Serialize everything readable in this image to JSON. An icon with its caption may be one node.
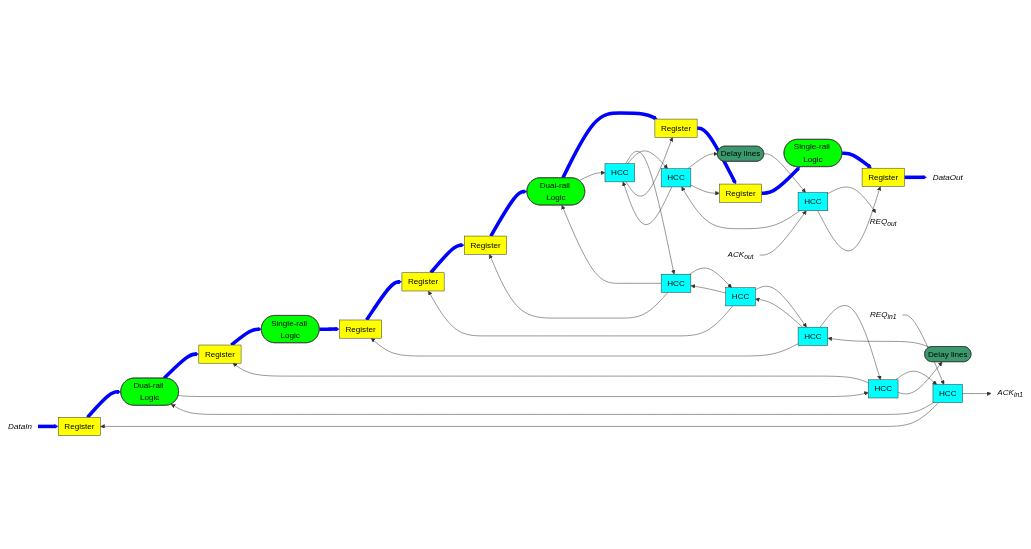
{
  "diagram": {
    "nodes": [
      {
        "text": [
          "DataIn"
        ]
      },
      {
        "text": [
          "Register"
        ]
      },
      {
        "text": [
          "Dual-rail Logic"
        ]
      },
      {
        "text": [
          "Register"
        ]
      },
      {
        "text": [
          "Single-rail Logic"
        ]
      },
      {
        "text": [
          "Register"
        ]
      },
      {
        "text": [
          "REQ$_{in1}$"
        ]
      },
      {
        "text": [
          "ACK$_{in1}$"
        ]
      },
      {
        "text": [
          "HCC"
        ]
      },
      {
        "text": [
          "HCC"
        ]
      },
      {
        "text": [
          "Delay lines"
        ]
      },
      {
        "text": [
          "HCC"
        ]
      },
      {
        "text": [
          "ACK$_{out}$"
        ]
      },
      {
        "text": [
          "REQ$_{out}$"
        ]
      },
      {
        "text": [
          "HCC"
        ]
      },
      {
        "text": [
          "Delay lines"
        ]
      },
      {
        "text": [
          "HCC"
        ]
      },
      {
        "text": [
          "HCC"
        ]
      },
      {
        "text": [
          "HCC"
        ]
      },
      {
        "text": [
          "HCC"
        ]
      },
      {
        "text": [
          "DataOut"
        ]
      },
      {
        "text": [
          "Register"
        ]
      },
      {
        "text": [
          "Single-rail Logic"
        ]
      },
      {
        "text": [
          "Register"
        ]
      },
      {
        "text": [
          "Register"
        ]
      },
      {
        "text": [
          "Dual-rail Logic"
        ]
      },
      {
        "text": [
          "Register"
        ]
      },
      {
        "text": [
          "Register"
        ]
      }
    ],
    "edges": [
      {
        "from": 0,
        "to": 1,
        "arrow": "to",
        "style": "thick",
        "color": "#0000ff"
      },
      {
        "from": 1,
        "to": 2,
        "arrow": "to",
        "style": "thick",
        "color": "#0000ff"
      },
      {
        "from": 2,
        "to": 3,
        "arrow": "to",
        "style": "thick",
        "color": "#0000ff"
      },
      {
        "from": 3,
        "to": 4,
        "arrow": "to",
        "style": "thick",
        "color": "#0000ff"
      },
      {
        "from": 4,
        "to": 5,
        "arrow": "to",
        "style": "thick",
        "color": "#0000ff"
      },
      {
        "from": 5,
        "to": 27,
        "arrow": "to",
        "style": "thick",
        "color": "#0000ff"
      },
      {
        "from": 27,
        "to": 26,
        "arrow": "to",
        "style": "thick",
        "color": "#0000ff"
      },
      {
        "from": 26,
        "to": 25,
        "arrow": "to",
        "style": "thick",
        "color": "#0000ff"
      },
      {
        "from": 25,
        "to": 24,
        "arrow": "to",
        "style": "thick",
        "color": "#0000ff"
      },
      {
        "from": 24,
        "to": 23,
        "arrow": "to",
        "style": "thick",
        "color": "#0000ff"
      },
      {
        "from": 23,
        "to": 22,
        "arrow": "to",
        "style": "thick",
        "color": "#0000ff"
      },
      {
        "from": 22,
        "to": 21,
        "arrow": "to",
        "style": "thick",
        "color": "#0000ff"
      },
      {
        "from": 21,
        "to": 20,
        "arrow": "to",
        "style": "thick",
        "color": "#0000ff"
      },
      {
        "from": 6,
        "to": 8,
        "arrow": "to"
      },
      {
        "from": 8,
        "to": 7,
        "arrow": "to"
      },
      {
        "from": 8,
        "to": 1,
        "arrow": "to"
      },
      {
        "from": 8,
        "to": 2,
        "arrow": "to"
      },
      {
        "from": 2,
        "to": 9,
        "arrow": "to"
      },
      {
        "from": 9,
        "to": 8,
        "arrow": "to"
      },
      {
        "from": 9,
        "to": 3,
        "arrow": "to"
      },
      {
        "from": 9,
        "to": 10,
        "arrow": "to"
      },
      {
        "from": 10,
        "to": 11,
        "arrow": "to"
      },
      {
        "from": 11,
        "to": 9,
        "arrow": "to"
      },
      {
        "from": 11,
        "to": 5,
        "arrow": "to"
      },
      {
        "from": 11,
        "to": 19,
        "arrow": "to"
      },
      {
        "from": 19,
        "to": 11,
        "arrow": "to"
      },
      {
        "from": 18,
        "to": 19,
        "arrow": "to"
      },
      {
        "from": 19,
        "to": 18,
        "arrow": "to"
      },
      {
        "from": 18,
        "to": 25,
        "arrow": "to"
      },
      {
        "from": 17,
        "to": 18,
        "arrow": "to"
      },
      {
        "from": 25,
        "to": 17,
        "arrow": "to"
      },
      {
        "from": 16,
        "to": 17,
        "arrow": "to"
      },
      {
        "from": 17,
        "to": 16,
        "arrow": "to"
      },
      {
        "from": 14,
        "to": 16,
        "arrow": "to"
      },
      {
        "from": 16,
        "to": 15,
        "arrow": "to"
      },
      {
        "from": 15,
        "to": 14,
        "arrow": "to"
      },
      {
        "from": 12,
        "to": 14,
        "arrow": "to"
      },
      {
        "from": 14,
        "to": 13,
        "arrow": "to"
      },
      {
        "from": 14,
        "to": 21,
        "arrow": "to"
      },
      {
        "from": 16,
        "to": 23,
        "arrow": "to"
      },
      {
        "from": 17,
        "to": 24,
        "arrow": "to"
      },
      {
        "from": 18,
        "to": 26,
        "arrow": "to"
      },
      {
        "from": 19,
        "to": 27,
        "arrow": "to"
      }
    ]
  }
}
